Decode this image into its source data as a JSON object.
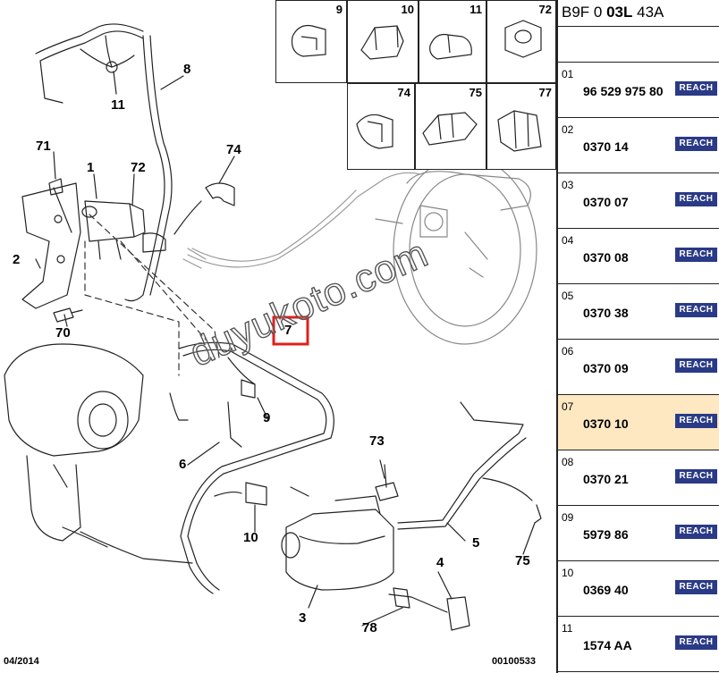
{
  "diagram": {
    "callouts": [
      {
        "id": "c1",
        "text": "1"
      },
      {
        "id": "c2",
        "text": "2"
      },
      {
        "id": "c3",
        "text": "3"
      },
      {
        "id": "c4",
        "text": "4"
      },
      {
        "id": "c5",
        "text": "5"
      },
      {
        "id": "c6",
        "text": "6"
      },
      {
        "id": "c7",
        "text": "7"
      },
      {
        "id": "c8",
        "text": "8"
      },
      {
        "id": "c9",
        "text": "9"
      },
      {
        "id": "c10",
        "text": "10"
      },
      {
        "id": "c11",
        "text": "11"
      },
      {
        "id": "c70",
        "text": "70"
      },
      {
        "id": "c71",
        "text": "71"
      },
      {
        "id": "c72",
        "text": "72"
      },
      {
        "id": "c73",
        "text": "73"
      },
      {
        "id": "c74",
        "text": "74"
      },
      {
        "id": "c75",
        "text": "75"
      },
      {
        "id": "c78",
        "text": "78"
      }
    ],
    "clip_boxes": [
      "9",
      "10",
      "11",
      "72",
      "74",
      "75",
      "77"
    ],
    "watermark": "duyukoto.com",
    "footer_left": "04/2014",
    "footer_right": "00100533",
    "highlight_color": "#e0201c"
  },
  "reference": {
    "header_prefix": "B9F 0 ",
    "header_bold": "03L",
    "header_suffix": " 43A",
    "badge_label": "REACH",
    "badge_color": "#2a3a86",
    "highlight_bg": "#fde8c2",
    "rows": [
      {
        "index": "01",
        "part": "96 529 975 80"
      },
      {
        "index": "02",
        "part": "0370 14"
      },
      {
        "index": "03",
        "part": "0370 07"
      },
      {
        "index": "04",
        "part": "0370 08"
      },
      {
        "index": "05",
        "part": "0370 38"
      },
      {
        "index": "06",
        "part": "0370 09"
      },
      {
        "index": "07",
        "part": "0370 10"
      },
      {
        "index": "08",
        "part": "0370 21"
      },
      {
        "index": "09",
        "part": "5979 86"
      },
      {
        "index": "10",
        "part": "0369 40"
      },
      {
        "index": "11",
        "part": "1574 AA"
      }
    ]
  }
}
